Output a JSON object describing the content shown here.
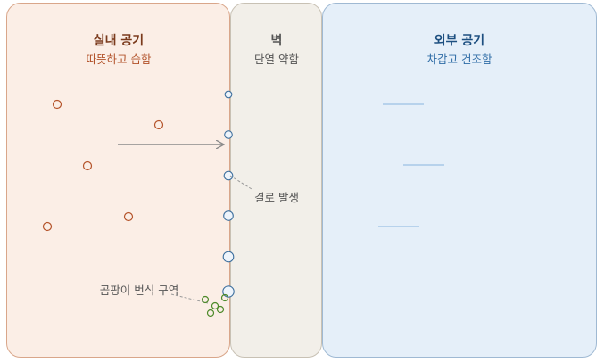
{
  "indoor": {
    "title": "실내 공기",
    "subtitle": "따뜻하고 습함"
  },
  "wall": {
    "title": "벽",
    "subtitle": "단열 약함"
  },
  "outdoor": {
    "title": "외부 공기",
    "subtitle": "차갑고 건조함"
  },
  "annotations": {
    "condensation": "결로 발생",
    "mold": "곰팡이 번식 구역"
  },
  "colors": {
    "indoor_title": "#7a3a1c",
    "indoor_sub": "#b2522a",
    "wall_text": "#555555",
    "outdoor_title": "#1d4f80",
    "outdoor_sub": "#2f6ca6",
    "vapor": "#b5542b",
    "droplet": "#3d6f9e",
    "mold": "#4e8a2a",
    "arrow": "#8a8a8a",
    "cold_line": "#9cc0e4"
  }
}
